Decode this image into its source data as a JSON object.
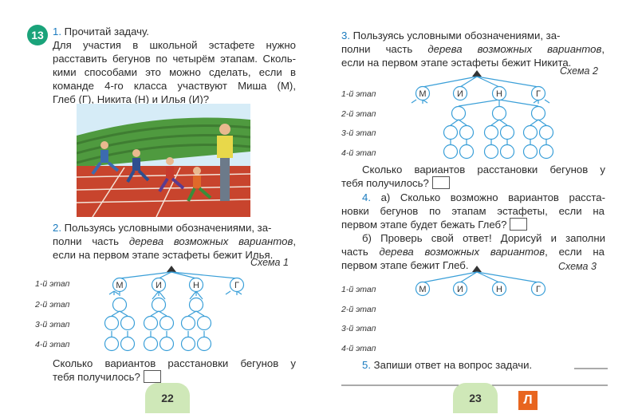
{
  "left_page": {
    "problem_number": "13",
    "task1": {
      "label": "1.",
      "title": "Прочитай задачу.",
      "lines": [
        "Для участия в школьной эстафете нужно",
        "расставить бегунов по четырём этапам. Сколь-",
        "кими способами это можно сделать, если в",
        "команде 4-го класса участвуют Миша (М),",
        "Глеб (Г), Никита (Н) и Илья (И)?"
      ]
    },
    "task2": {
      "label": "2.",
      "line1": "Пользуясь условными обозначениями, за-",
      "line2_a": "полни часть",
      "line2_b": "дерева возможных вариантов",
      "line2_c": ",",
      "line3": "если на первом этапе эстафеты бежит Илья."
    },
    "schema_label": "Схема 1",
    "stages": [
      "1-й этап",
      "2-й этап",
      "3-й этап",
      "4-й этап"
    ],
    "runners": [
      "М",
      "И",
      "Н",
      "Г"
    ],
    "question": {
      "line1": "Сколько вариантов расстановки бегунов у",
      "line2": "тебя получилось?"
    },
    "page_number": "22"
  },
  "right_page": {
    "task3": {
      "label": "3.",
      "line1": "Пользуясь условными обозначениями, за-",
      "line2_a": "полни часть",
      "line2_b": "дерева возможных вариантов",
      "line2_c": ",",
      "line3": "если на первом этапе эстафеты бежит Никита."
    },
    "schema2_label": "Схема 2",
    "stages": [
      "1-й этап",
      "2-й этап",
      "3-й этап",
      "4-й этап"
    ],
    "runners": [
      "М",
      "И",
      "Н",
      "Г"
    ],
    "question3": {
      "line1": "Сколько вариантов расстановки бегунов у",
      "line2": "тебя получилось?"
    },
    "task4a": {
      "label": "4.",
      "line1": "а) Сколько возможно вариантов расста-",
      "line2": "новки бегунов по этапам эстафеты, если на",
      "line3": "первом этапе будет бежать Глеб?"
    },
    "task4b": {
      "line1": "б) Проверь свой ответ! Дорисуй и заполни",
      "line2_a": "часть",
      "line2_b": "дерева возможных вариантов",
      "line2_c": ", если на",
      "line3": "первом этапе бежит Глеб."
    },
    "schema3_label": "Схема 3",
    "task5": {
      "label": "5.",
      "text": "Запиши ответ на вопрос задачи."
    },
    "page_number": "23",
    "logo": "Л"
  },
  "colors": {
    "circle_stroke": "#3a9fd8",
    "badge": "#1aa37a",
    "label_blue": "#1a7bbf",
    "page_tab": "#cfe8b8"
  }
}
